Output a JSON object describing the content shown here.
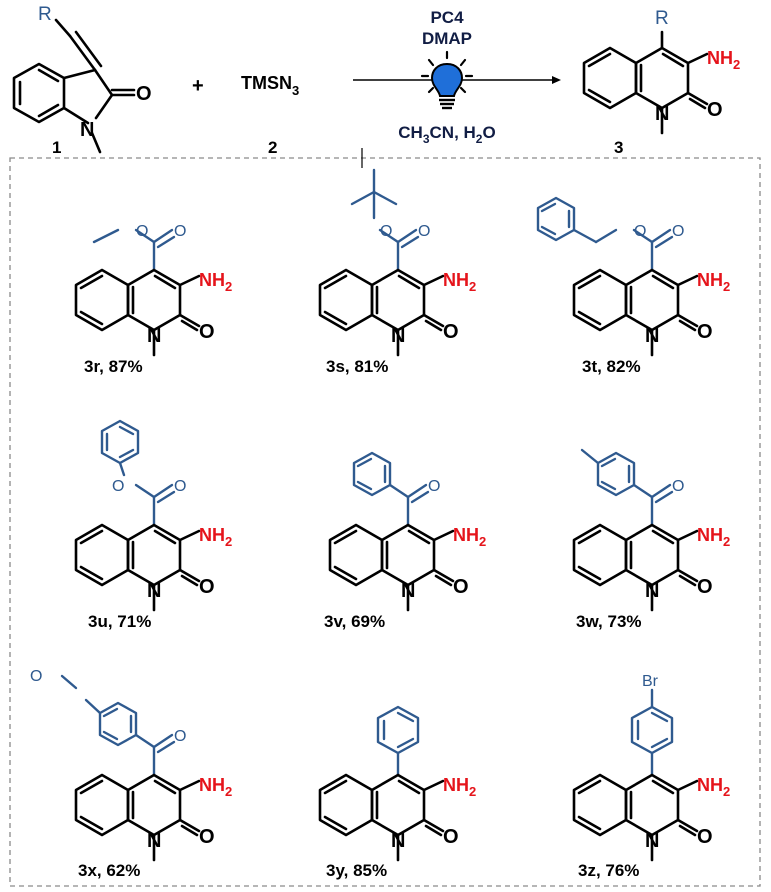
{
  "scheme": {
    "reactant1": {
      "number": "1",
      "r_group": "R",
      "carbonyl_o": "O",
      "ring_n": "N"
    },
    "plus": "+",
    "reactant2": {
      "number": "2",
      "reagent_main": "TMSN",
      "reagent_sub": "3"
    },
    "conditions": {
      "above_line1": "PC4",
      "above_line2": "DMAP",
      "below_a": "CH",
      "below_a_sub": "3",
      "below_b": "CN, H",
      "below_b_sub": "2",
      "below_c": "O"
    },
    "product": {
      "number": "3",
      "r_group": "R",
      "amine": "NH",
      "amine_sub": "2",
      "carbonyl_o": "O",
      "ring_n": "N"
    }
  },
  "examples": [
    {
      "id": "3r",
      "label": "3r, 87%",
      "substituent": "methyl ester",
      "sub_atoms": [
        "O",
        "O"
      ]
    },
    {
      "id": "3s",
      "label": "3s, 81%",
      "substituent": "tert-butyl ester",
      "sub_atoms": [
        "O",
        "O"
      ]
    },
    {
      "id": "3t",
      "label": "3t, 82%",
      "substituent": "benzyl ester",
      "sub_atoms": [
        "O",
        "O"
      ]
    },
    {
      "id": "3u",
      "label": "3u, 71%",
      "substituent": "phenyl ester",
      "sub_atoms": [
        "O",
        "O"
      ]
    },
    {
      "id": "3v",
      "label": "3v, 69%",
      "substituent": "benzoyl",
      "sub_atoms": [
        "O"
      ]
    },
    {
      "id": "3w",
      "label": "3w, 73%",
      "substituent": "4-methylbenzoyl",
      "sub_atoms": [
        "O"
      ]
    },
    {
      "id": "3x",
      "label": "3x, 62%",
      "substituent": "4-methoxybenzoyl",
      "sub_atoms": [
        "O",
        "O"
      ]
    },
    {
      "id": "3y",
      "label": "3y, 85%",
      "substituent": "phenyl",
      "sub_atoms": []
    },
    {
      "id": "3z",
      "label": "3z, 76%",
      "substituent": "4-bromophenyl",
      "sub_atoms": [
        "Br"
      ]
    }
  ],
  "core_atoms": {
    "amine": "NH",
    "amine_sub": "2",
    "carbonyl_o": "O",
    "ring_n": "N"
  },
  "colors": {
    "substituent": "#2f5a8f",
    "amine": "#e5141b",
    "bulb": "#1f6fd9",
    "conditions_text": "#111d44"
  }
}
